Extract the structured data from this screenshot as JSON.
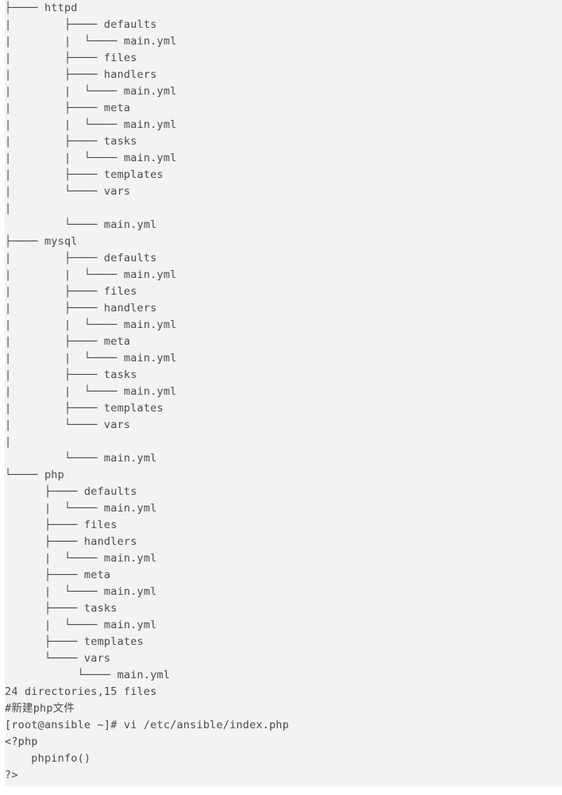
{
  "terminal": {
    "lines": [
      "├──── httpd",
      "|        ├──── defaults",
      "|        |  └──── main.yml",
      "|        ├──── files",
      "|        ├──── handlers",
      "|        |  └──── main.yml",
      "|        ├──── meta",
      "|        |  └──── main.yml",
      "|        ├──── tasks",
      "|        |  └──── main.yml",
      "|        ├──── templates",
      "|        └──── vars",
      "|",
      "         └──── main.yml",
      "├──── mysql",
      "|        ├──── defaults",
      "|        |  └──── main.yml",
      "|        ├──── files",
      "|        ├──── handlers",
      "|        |  └──── main.yml",
      "|        ├──── meta",
      "|        |  └──── main.yml",
      "|        ├──── tasks",
      "|        |  └──── main.yml",
      "|        ├──── templates",
      "|        └──── vars",
      "|",
      "         └──── main.yml",
      "└──── php",
      "      ├──── defaults",
      "      |  └──── main.yml",
      "      ├──── files",
      "      ├──── handlers",
      "      |  └──── main.yml",
      "      ├──── meta",
      "      |  └──── main.yml",
      "      ├──── tasks",
      "      |  └──── main.yml",
      "      ├──── templates",
      "      └──── vars",
      "           └──── main.yml",
      "24 directories,15 files",
      "#新建php文件",
      "[root@ansible ~]# vi /etc/ansible/index.php",
      "<?php",
      "    phpinfo()",
      "?>"
    ]
  }
}
